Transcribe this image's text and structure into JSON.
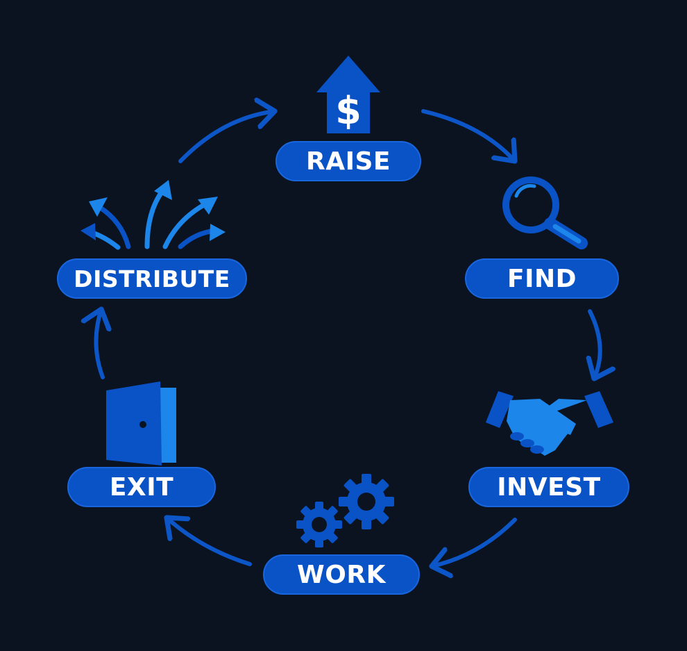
{
  "cycle": {
    "stages": [
      {
        "id": "raise",
        "label": "RAISE",
        "icon": "arrow-up-dollar-icon"
      },
      {
        "id": "find",
        "label": "FIND",
        "icon": "magnifying-glass-icon"
      },
      {
        "id": "invest",
        "label": "INVEST",
        "icon": "handshake-icon"
      },
      {
        "id": "work",
        "label": "WORK",
        "icon": "gears-icon"
      },
      {
        "id": "exit",
        "label": "EXIT",
        "icon": "door-icon"
      },
      {
        "id": "distribute",
        "label": "DISTRIBUTE",
        "icon": "spreading-arrows-icon"
      }
    ],
    "raise_symbol": "$",
    "direction": "clockwise"
  },
  "colors": {
    "background": "#0b1320",
    "pill": "#0a53c6",
    "icon_dark": "#0a53c6",
    "icon_light": "#1c86ea",
    "arrow": "#0c56c8"
  }
}
